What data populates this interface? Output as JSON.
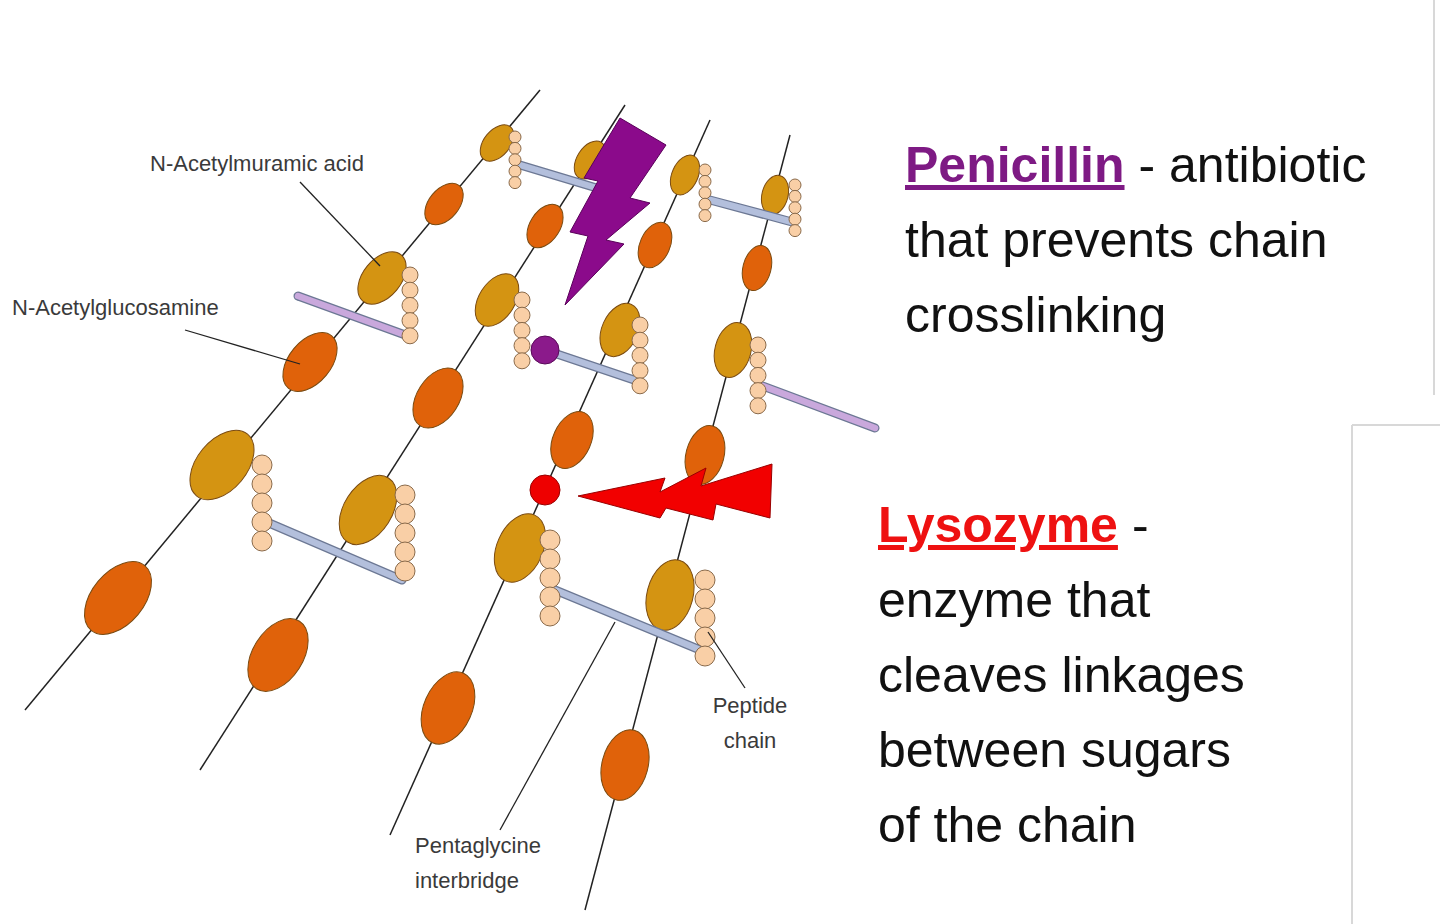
{
  "diagram": {
    "labels": [
      "N-Acetylmuramic acid",
      "N-Acetylglucosamine",
      "Peptide chain",
      "Pentaglycine interbridge",
      "Penicillin",
      "- antibiotic that prevents chain crosslinking",
      "Lysozyme",
      "- enzyme that cleaves linkages between sugars of the chain"
    ]
  }
}
